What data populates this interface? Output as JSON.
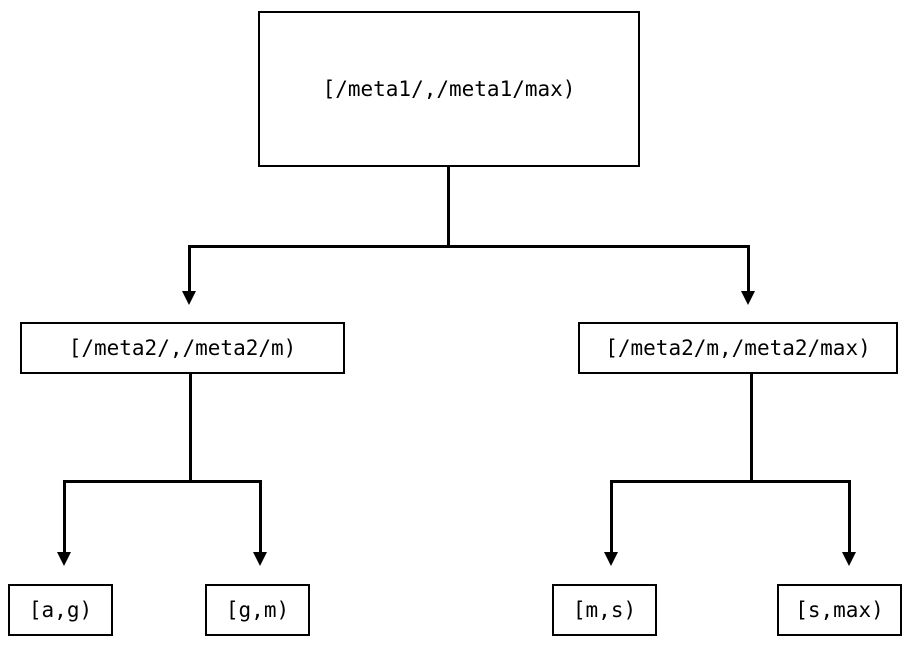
{
  "diagram": {
    "type": "tree",
    "orientation": "top-down",
    "stroke_color": "#000000",
    "background_color": "#ffffff",
    "root": {
      "label": "[/meta1/,/meta1/max)"
    },
    "level2": [
      {
        "label": "[/meta2/,/meta2/m)"
      },
      {
        "label": "[/meta2/m,/meta2/max)"
      }
    ],
    "leaves": [
      {
        "label": "[a,g)"
      },
      {
        "label": "[g,m)"
      },
      {
        "label": "[m,s)"
      },
      {
        "label": "[s,max)"
      }
    ],
    "edges": [
      {
        "from": "[/meta1/,/meta1/max)",
        "to": "[/meta2/,/meta2/m)"
      },
      {
        "from": "[/meta1/,/meta1/max)",
        "to": "[/meta2/m,/meta2/max)"
      },
      {
        "from": "[/meta2/,/meta2/m)",
        "to": "[a,g)"
      },
      {
        "from": "[/meta2/,/meta2/m)",
        "to": "[g,m)"
      },
      {
        "from": "[/meta2/m,/meta2/max)",
        "to": "[m,s)"
      },
      {
        "from": "[/meta2/m,/meta2/max)",
        "to": "[s,max)"
      }
    ]
  }
}
